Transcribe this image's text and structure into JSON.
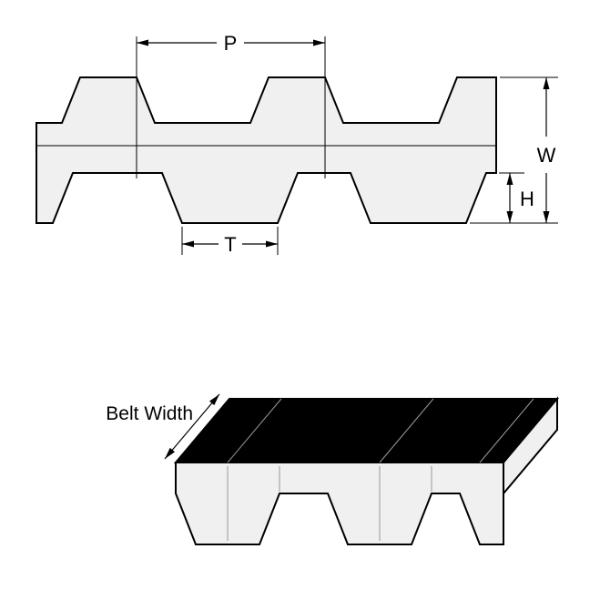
{
  "cross_section": {
    "labels": {
      "pitch": "P",
      "overall_width": "W",
      "tooth_height": "H",
      "tooth_width": "T"
    }
  },
  "iso_view": {
    "belt_width_label": "Belt Width"
  },
  "colors": {
    "line": "#000000",
    "belt_fill": "#f0f0f0",
    "belt_top_fill": "#000000",
    "seam_line": "#999999",
    "background": "#ffffff"
  }
}
